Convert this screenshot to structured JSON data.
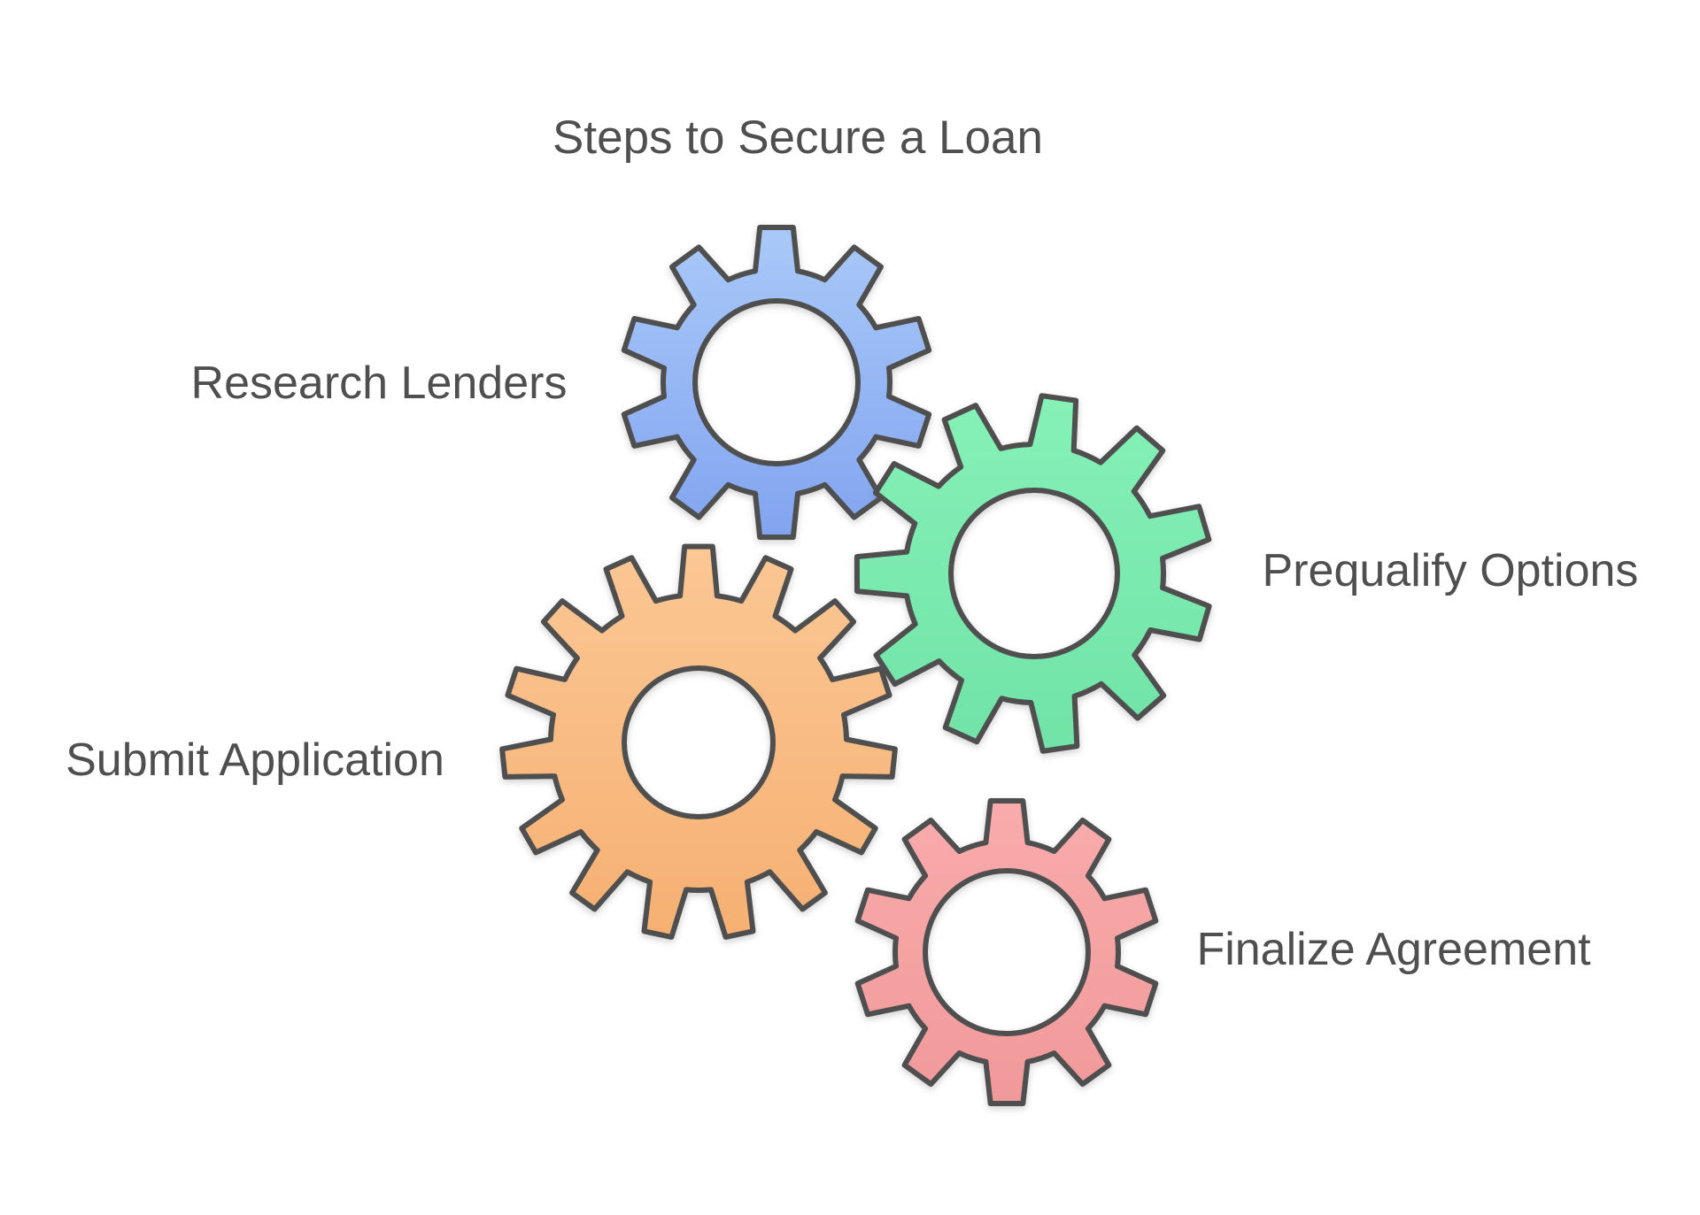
{
  "title": "Steps to Secure a Loan",
  "colors": {
    "background": "#ffffff",
    "outline": "#4f4f4f",
    "text": "#4f4f4f"
  },
  "steps": [
    {
      "id": "research-lenders",
      "label": "Research Lenders",
      "gear_color": "#a9c9f8",
      "gear_color_dark": "#82a4f0",
      "label_side": "left"
    },
    {
      "id": "prequalify-options",
      "label": "Prequalify Options",
      "gear_color": "#85f1b7",
      "gear_color_dark": "#71e3a7",
      "label_side": "right"
    },
    {
      "id": "submit-application",
      "label": "Submit Application",
      "gear_color": "#fbc794",
      "gear_color_dark": "#f6b072",
      "label_side": "left"
    },
    {
      "id": "finalize-agreement",
      "label": "Finalize Agreement",
      "gear_color": "#f9abab",
      "gear_color_dark": "#f1999a",
      "label_side": "right"
    }
  ]
}
